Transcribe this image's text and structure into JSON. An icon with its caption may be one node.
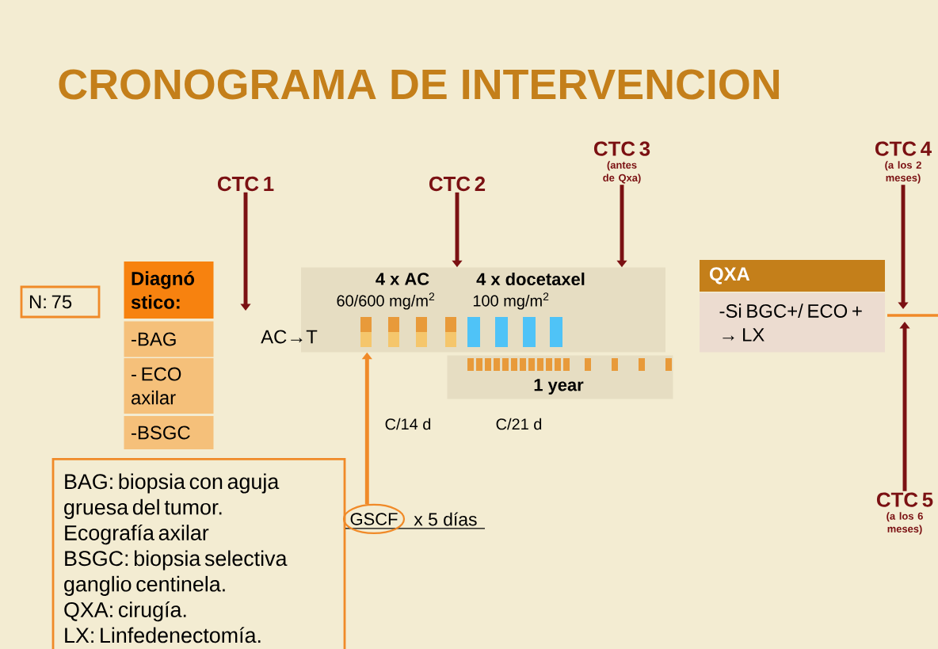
{
  "diagram": {
    "title": "CRONOGRAMA DE INTERVENCION",
    "nodes": [
      {
        "text": [
          "N: 75"
        ]
      },
      {
        "text": [
          "Diagnó stico:"
        ]
      },
      {
        "text": [
          "-BAG"
        ]
      },
      {
        "text": [
          "- ECO axilar"
        ]
      },
      {
        "text": [
          "-BSGC"
        ]
      },
      {
        "text": [
          "CTC 1"
        ]
      },
      {
        "text": [
          "CTC 2"
        ]
      },
      {
        "text": [
          "CTC 3",
          "(antes de Qxa)"
        ]
      },
      {
        "text": [
          "4 x AC",
          "60/600 mg/m$^{2}$",
          "4 x docetaxel",
          "100 mg/m$^{2}$"
        ]
      },
      {
        "text": [
          "1 year"
        ]
      },
      {
        "text": [
          "QXA"
        ]
      },
      {
        "text": [
          "-Si BGC+/ ECO + → LX"
        ]
      },
      {
        "text": [
          "CTC 4",
          "(a los 2 meses)"
        ]
      },
      {
        "text": [
          "CTC 5",
          "(a los 6 meses)"
        ]
      },
      {
        "text": [
          "BAG: biopsia con aguja gruesa del tumor.",
          "Ecografía axilar",
          "BSGC: biopsia selectiva ganglio centinela.",
          "QXA: cirugía.",
          "LX: Linfedenectomía."
        ]
      },
      {
        "text": [
          "GSCF"
        ],
        "beside": [
          "x 5 días"
        ]
      }
    ],
    "edges": [
      {
        "from": 5,
        "to": null,
        "arrow": "to"
      },
      {
        "from": 6,
        "to": 8,
        "arrow": "to"
      },
      {
        "from": 7,
        "to": 8,
        "arrow": "to"
      },
      {
        "from": 12,
        "to": null,
        "arrow": "to"
      },
      {
        "from": 13,
        "to": null,
        "arrow": "to"
      },
      {
        "from": 15,
        "to": 8,
        "arrow": "to",
        "color": "#f08a28"
      }
    ],
    "labels": [
      "AC→T",
      "C/14 d",
      "C/21 d"
    ]
  }
}
